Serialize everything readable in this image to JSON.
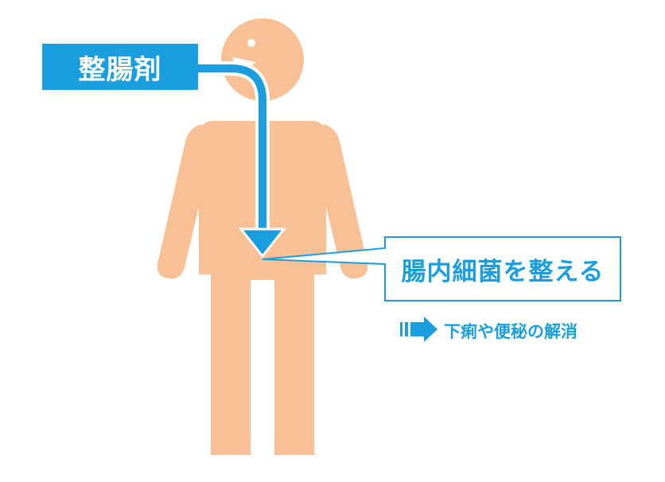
{
  "labels": {
    "product": "整腸剤",
    "effect": "腸内細菌を整える",
    "result": "下痢や便秘の解消"
  },
  "icons": {
    "flow": "down-arrow-icon",
    "result": "right-arrow-icon"
  },
  "colors": {
    "accent": "#1a9ee0",
    "body": "#f8c195",
    "background": "#ffffff"
  }
}
